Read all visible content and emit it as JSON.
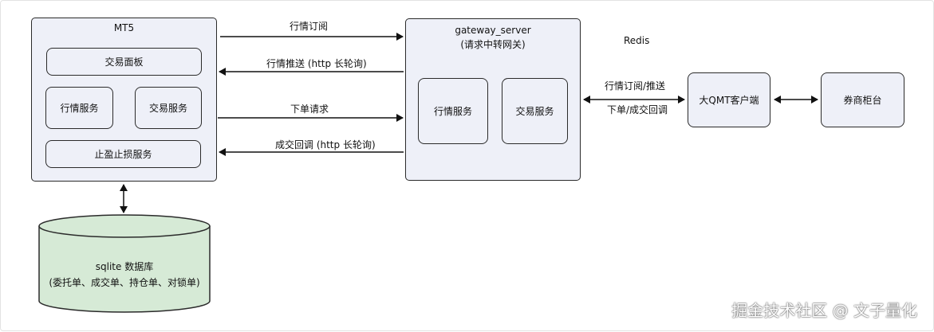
{
  "mt5": {
    "title": "MT5",
    "trade_panel": "交易面板",
    "market_service": "行情服务",
    "trade_service": "交易服务",
    "tp_sl_service": "止盈止损服务"
  },
  "gateway": {
    "title": "gateway_server",
    "subtitle": "(请求中转网关)",
    "market_service": "行情服务",
    "trade_service": "交易服务"
  },
  "arrows": {
    "market_subscribe": "行情订阅",
    "market_push": "行情推送 (http 长轮询)",
    "place_order": "下单请求",
    "fill_callback": "成交回调 (http 长轮询)",
    "gw_qmt_top": "行情订阅/推送",
    "gw_qmt_bottom": "下单/成交回调"
  },
  "redis": "Redis",
  "qmt_client": "大QMT客户端",
  "broker_counter": "券商柜台",
  "database": {
    "line1": "sqlite 数据库",
    "line2": "(委托单、成交单、持仓单、对锁单)"
  },
  "watermark": "掘金技术社区 @ 文子量化",
  "colors": {
    "box_fill": "#eef0f8",
    "db_fill": "#d6ead6",
    "stroke": "#2b2b2b"
  }
}
